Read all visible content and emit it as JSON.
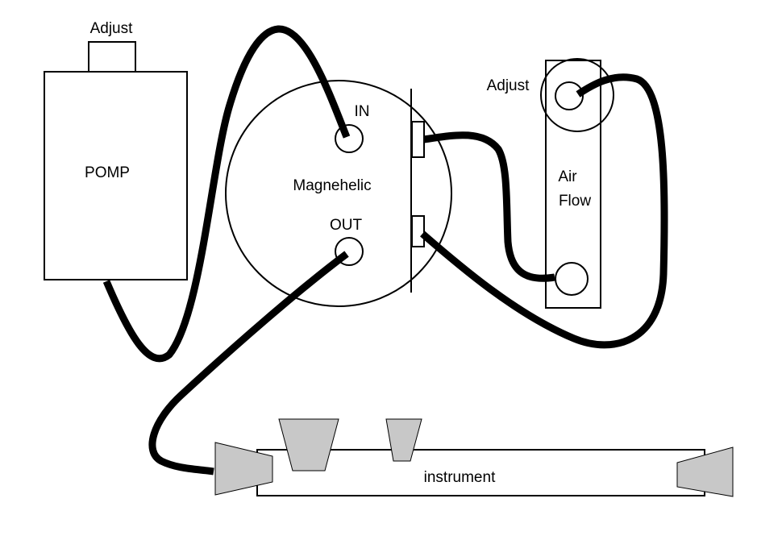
{
  "labels": {
    "pump_adjust": "Adjust",
    "pump": "POMP",
    "gauge": "Magnehelic",
    "gauge_in": "IN",
    "gauge_out": "OUT",
    "flow_adjust": "Adjust",
    "flow_line1": "Air",
    "flow_line2": "Flow",
    "instrument": "instrument"
  },
  "colors": {
    "line": "#000000",
    "fitting": "#c8c8c8",
    "background": "#ffffff"
  }
}
